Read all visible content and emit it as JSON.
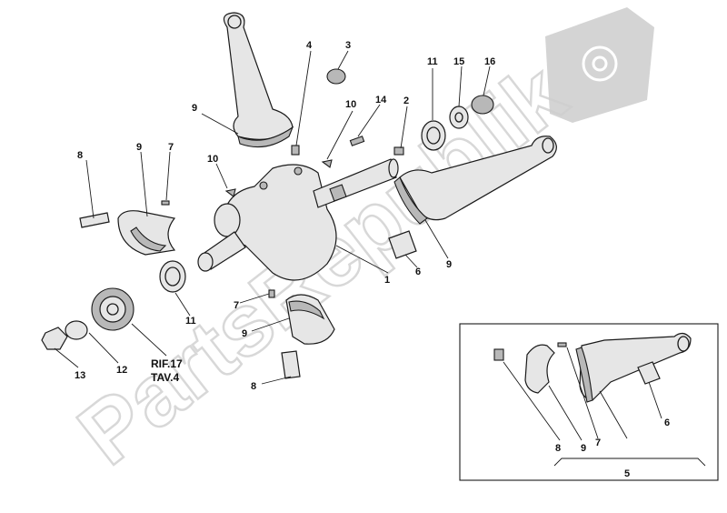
{
  "watermark": {
    "text": "PartsRepublik"
  },
  "main_view": {
    "callouts": [
      {
        "id": "c1",
        "label": "1"
      },
      {
        "id": "c2",
        "label": "2"
      },
      {
        "id": "c3",
        "label": "3"
      },
      {
        "id": "c4",
        "label": "4"
      },
      {
        "id": "c6",
        "label": "6"
      },
      {
        "id": "c7a",
        "label": "7"
      },
      {
        "id": "c7b",
        "label": "7"
      },
      {
        "id": "c8a",
        "label": "8"
      },
      {
        "id": "c8b",
        "label": "8"
      },
      {
        "id": "c9a",
        "label": "9"
      },
      {
        "id": "c9b",
        "label": "9"
      },
      {
        "id": "c9c",
        "label": "9"
      },
      {
        "id": "c9d",
        "label": "9"
      },
      {
        "id": "c10a",
        "label": "10"
      },
      {
        "id": "c10b",
        "label": "10"
      },
      {
        "id": "c11a",
        "label": "11"
      },
      {
        "id": "c11b",
        "label": "11"
      },
      {
        "id": "c12",
        "label": "12"
      },
      {
        "id": "c13",
        "label": "13"
      },
      {
        "id": "c14",
        "label": "14"
      },
      {
        "id": "c15",
        "label": "15"
      },
      {
        "id": "c16",
        "label": "16"
      }
    ],
    "reference_note": {
      "line1": "RIF.17",
      "line2": "TAV.4"
    }
  },
  "inset": {
    "callouts": [
      {
        "id": "i8",
        "label": "8"
      },
      {
        "id": "i7",
        "label": "7"
      },
      {
        "id": "i9",
        "label": "9"
      },
      {
        "id": "i6",
        "label": "6"
      },
      {
        "id": "i5",
        "label": "5"
      }
    ]
  }
}
